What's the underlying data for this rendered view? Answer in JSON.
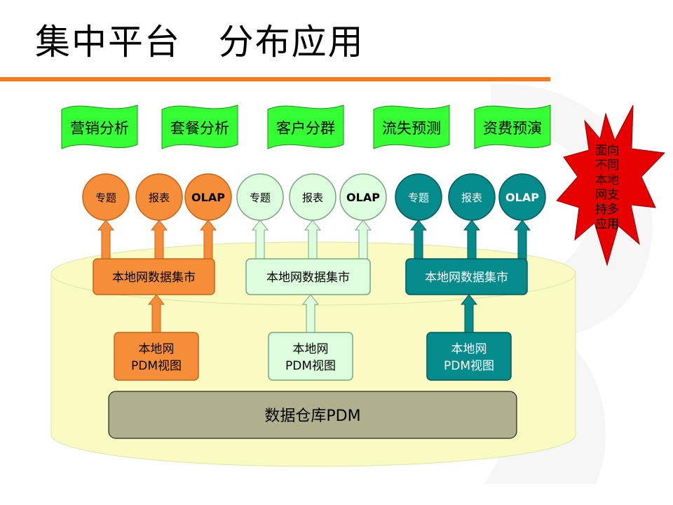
{
  "title": "集中平台   分布应用",
  "applications": [
    "营销分析",
    "套餐分析",
    "客户分群",
    "流失预测",
    "资费预演"
  ],
  "groups": [
    {
      "color": "orange",
      "circles": [
        "专题",
        "报表",
        "OLAP"
      ],
      "mart": "本地网数据集市",
      "view": [
        "本地网",
        "PDM视图"
      ]
    },
    {
      "color": "lightgreen",
      "circles": [
        "专题",
        "报表",
        "OLAP"
      ],
      "mart": "本地网数据集市",
      "view": [
        "本地网",
        "PDM视图"
      ]
    },
    {
      "color": "teal",
      "circles": [
        "专题",
        "报表",
        "OLAP"
      ],
      "mart": "本地网数据集市",
      "view": [
        "本地网",
        "PDM视图"
      ]
    }
  ],
  "warehouse": "数据仓库PDM",
  "starburst": [
    "面向",
    "不同",
    "本地",
    "网支",
    "持多",
    "应用"
  ],
  "colors": {
    "orange": "#F68D39",
    "orange_stroke": "#C5641A",
    "lightgreen": "#DDFDDF",
    "lightgreen_stroke": "#7AA57E",
    "teal": "#058B8C",
    "teal_stroke": "#03595A",
    "banner": "#33FF33",
    "rule": "#F57920",
    "cylinder": "#FAFAC3",
    "warehouse": "#B0B08E",
    "burst": "#E60000"
  }
}
